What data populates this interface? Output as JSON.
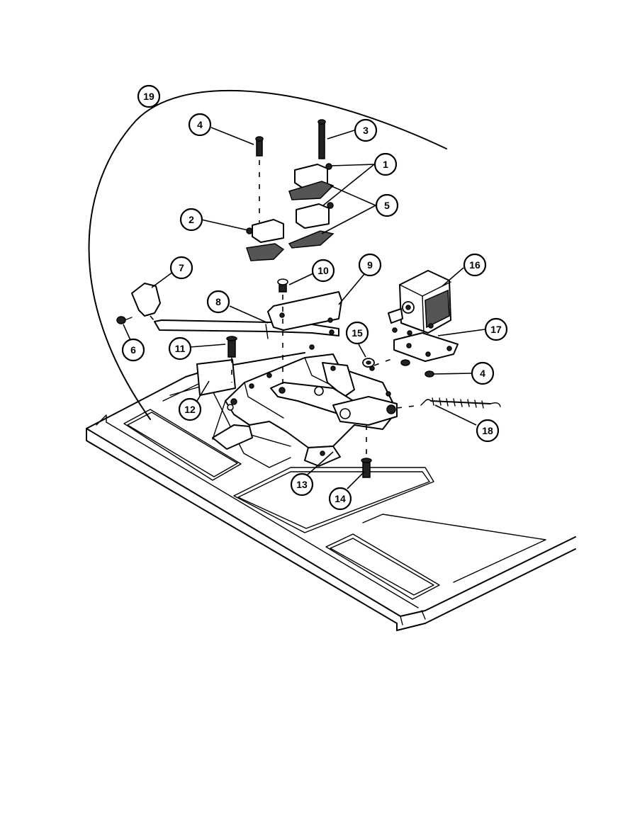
{
  "callouts": [
    {
      "id": "c1",
      "label": "1"
    },
    {
      "id": "c2",
      "label": "2"
    },
    {
      "id": "c3",
      "label": "3"
    },
    {
      "id": "c4a",
      "label": "4"
    },
    {
      "id": "c4b",
      "label": "4"
    },
    {
      "id": "c5",
      "label": "5"
    },
    {
      "id": "c6",
      "label": "6"
    },
    {
      "id": "c7",
      "label": "7"
    },
    {
      "id": "c8",
      "label": "8"
    },
    {
      "id": "c9",
      "label": "9"
    },
    {
      "id": "c10",
      "label": "10"
    },
    {
      "id": "c11",
      "label": "11"
    },
    {
      "id": "c12",
      "label": "12"
    },
    {
      "id": "c13",
      "label": "13"
    },
    {
      "id": "c14",
      "label": "14"
    },
    {
      "id": "c15",
      "label": "15"
    },
    {
      "id": "c16",
      "label": "16"
    },
    {
      "id": "c17",
      "label": "17"
    },
    {
      "id": "c18",
      "label": "18"
    },
    {
      "id": "c19",
      "label": "19"
    }
  ]
}
